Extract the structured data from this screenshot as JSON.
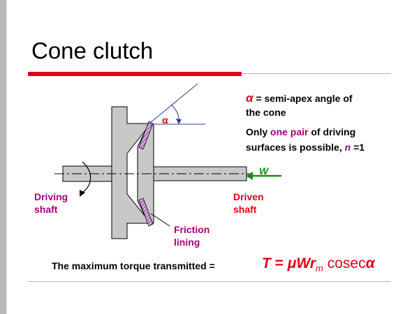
{
  "title": "Cone clutch",
  "definition": {
    "symbol": "α",
    "line1": "= semi-apex angle of",
    "line2": "the cone"
  },
  "note": {
    "part1": "Only ",
    "highlight": "one pair",
    "part2": " of driving",
    "line2": "surfaces is possible, ",
    "n_symbol": "n",
    "n_value": " =1"
  },
  "labels": {
    "alpha": "α",
    "w": "W",
    "driving_1": "Driving",
    "driving_2": "shaft",
    "driven_1": "Driven",
    "driven_2": "shaft",
    "friction_1": "Friction",
    "friction_2": "lining"
  },
  "torque": {
    "label": "The maximum torque transmitted =",
    "T": "T",
    "eq": " = ",
    "mu": "μWr",
    "sub": "m",
    "cosec": " cosec",
    "alpha": "α"
  },
  "colors": {
    "accent_red": "#e2001a",
    "purple": "#a3007a",
    "green": "#1a8a1a",
    "metal_grey": "#c8c8c8"
  }
}
